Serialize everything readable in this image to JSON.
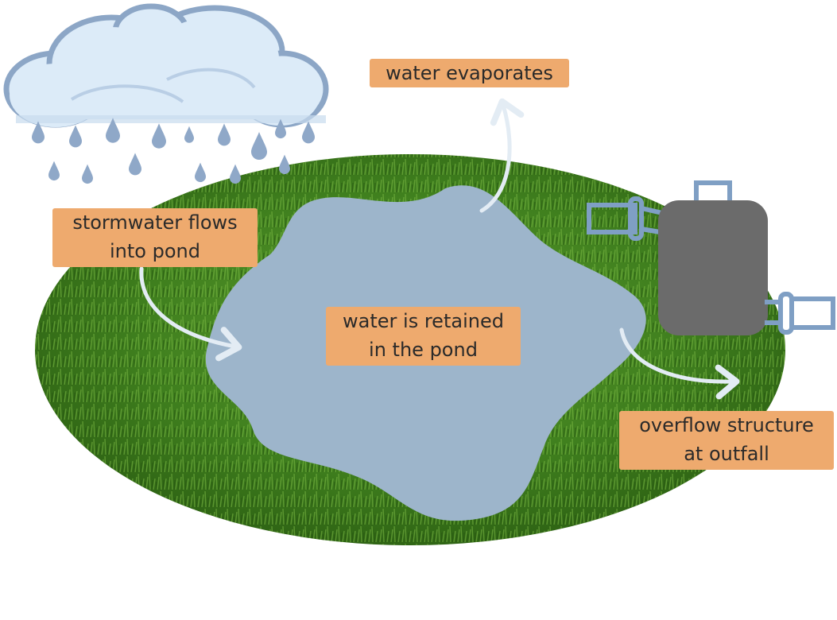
{
  "colors": {
    "grass_dark": "#2F6A15",
    "grass_light": "#6DAA38",
    "pond": "#9DB5CB",
    "cloud": "#DCEBF8",
    "cloud_outline": "#8CA6C6",
    "raindrop": "#8FA8C8",
    "arrow": "#E3ECF4",
    "structure_body": "#6B6B6B",
    "structure_pipe": "#7F9FC4",
    "label_bg": "#EEAA6E"
  },
  "labels": {
    "evaporates": "water evaporates",
    "inflow_line1": "stormwater flows",
    "inflow_line2": "into pond",
    "retained_line1": "water is retained",
    "retained_line2": "in the pond",
    "outfall_line1": "overflow structure",
    "outfall_line2": "at outfall"
  },
  "icons": [
    "rain-cloud-icon",
    "raindrop-icon",
    "overflow-structure-icon",
    "pipe-icon",
    "arrow-icon"
  ]
}
